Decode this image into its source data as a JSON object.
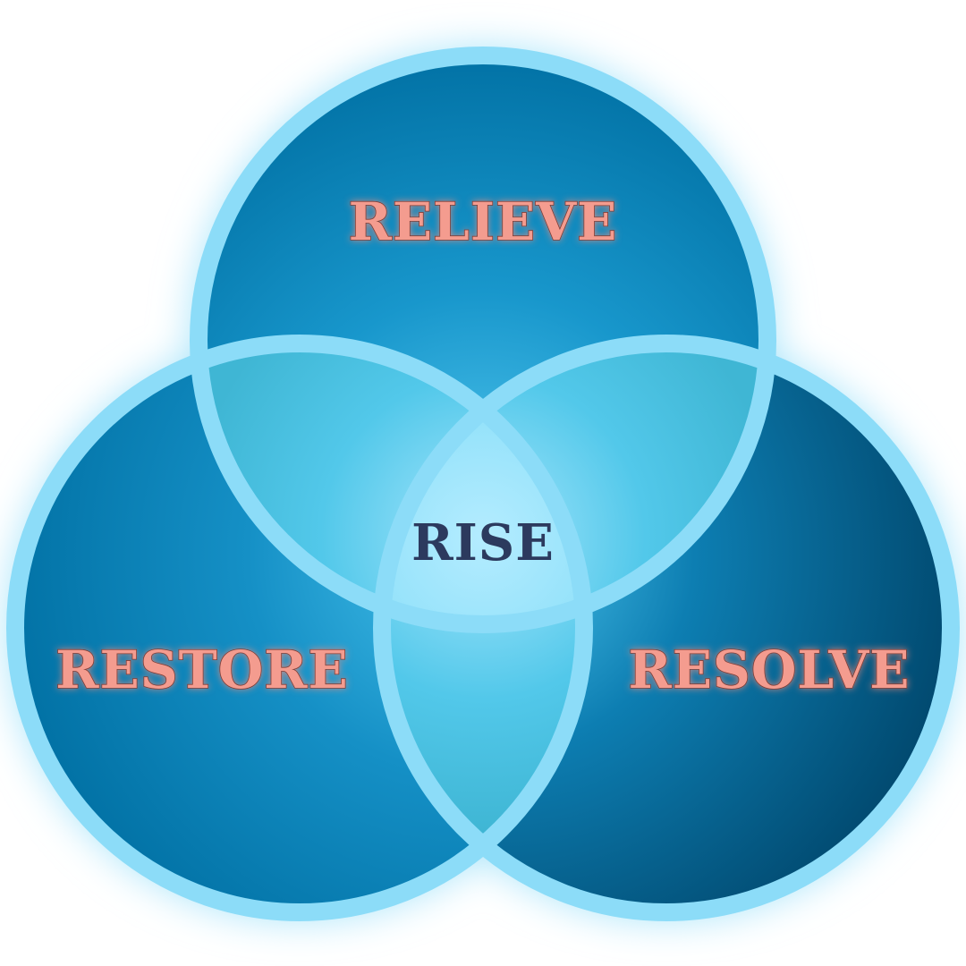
{
  "diagram": {
    "type": "venn",
    "sets": [
      {
        "id": "top",
        "label": "RELIEVE"
      },
      {
        "id": "left",
        "label": "RESTORE"
      },
      {
        "id": "right",
        "label": "RESOLVE"
      }
    ],
    "intersection_label": "RISE"
  },
  "colors": {
    "circle_dark": "#00456a",
    "circle_mid": "#006fa2",
    "overlap_light": "#52c8ea",
    "center_light": "#a6e6fc",
    "ring": "#8cdcf8",
    "glow": "#a8e4fa",
    "outer_text": "#f49c8f",
    "outer_text_outline": "#7a3a34",
    "center_text": "#2c3a5e"
  }
}
